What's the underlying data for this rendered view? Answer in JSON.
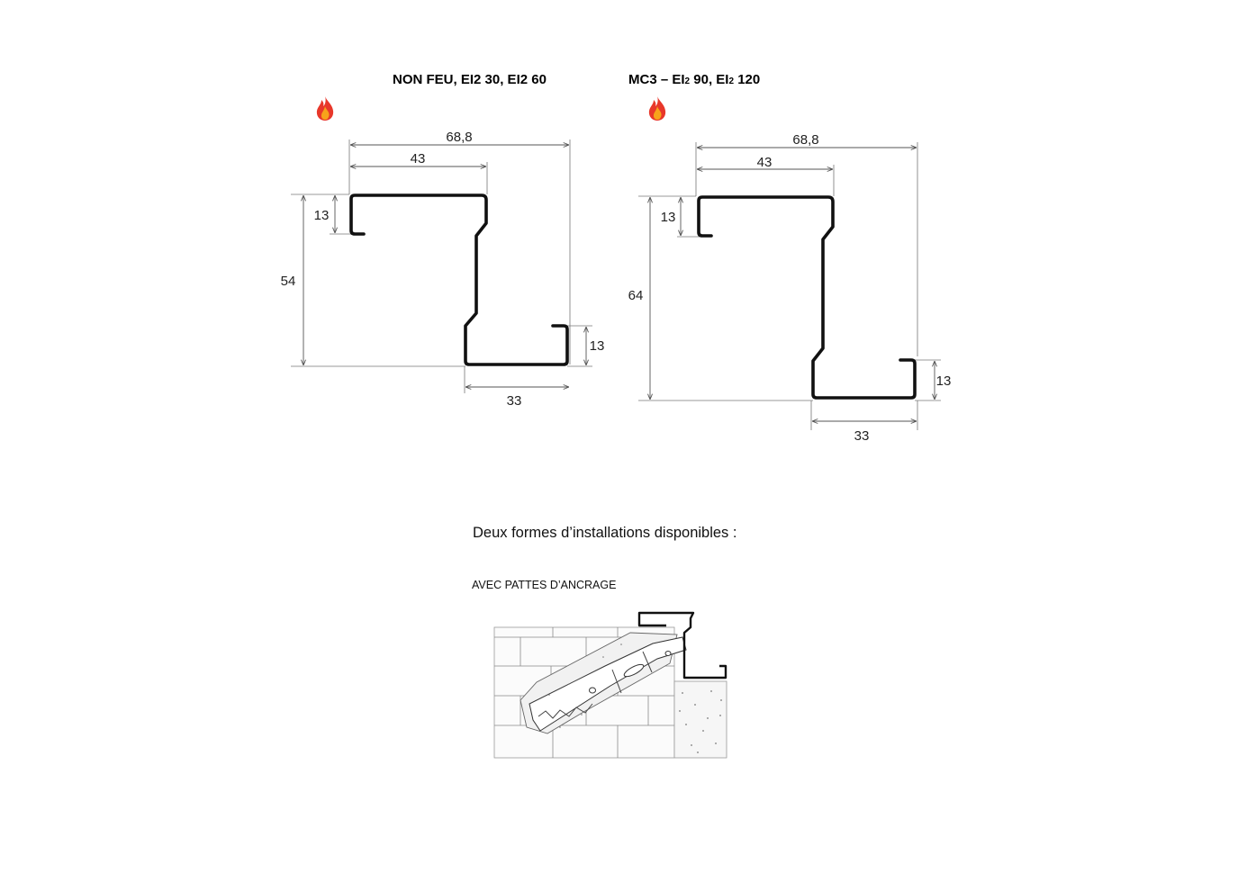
{
  "profiles": [
    {
      "header_prefix": "NON FEU, ",
      "header_main": "EI",
      "header_sub1": "2",
      "header_mid": " 30, EI",
      "header_sub2": "2",
      "header_end": " 60",
      "fire_icon": "flame-icon",
      "dims": {
        "total_width": "68,8",
        "top_flange": "43",
        "top_return": "13",
        "height": "54",
        "bottom_return": "13",
        "bottom_flange": "33"
      }
    },
    {
      "header_prefix": "MC3 – ",
      "header_main": "EI",
      "header_sub1": "2",
      "header_mid": " 90, EI",
      "header_sub2": "2",
      "header_end": " 120",
      "fire_icon": "flame-icon",
      "dims": {
        "total_width": "68,8",
        "top_flange": "43",
        "top_return": "13",
        "height": "64",
        "bottom_return": "13",
        "bottom_flange": "33"
      }
    }
  ],
  "installation": {
    "caption": "Deux formes d’installations disponibles :",
    "option_label": "AVEC PATTES D’ANCRAGE"
  },
  "colors": {
    "flame_outer": "#e8372a",
    "flame_inner": "#f7a21b",
    "profile": "#111111"
  }
}
